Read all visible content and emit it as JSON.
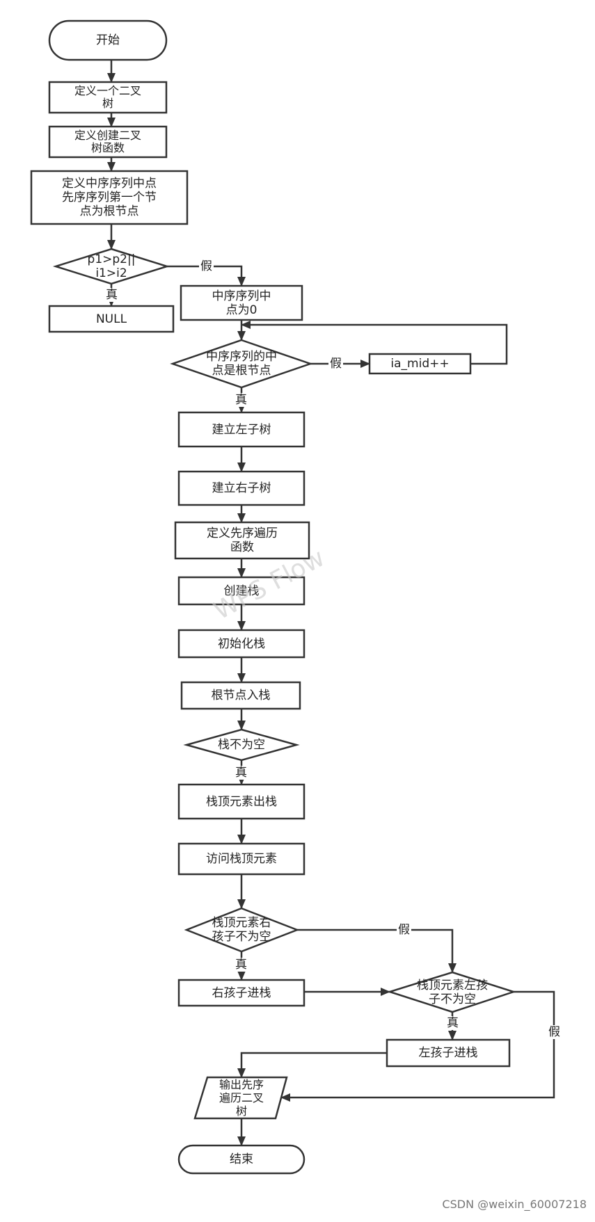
{
  "nodes": {
    "start": "开始",
    "define_tree": "定义一个二叉\n树",
    "define_create": "定义创建二叉\n树函数",
    "define_mid": "定义中序序列中点\n先序序列第一个节\n点为根节点",
    "cond_p": "p1>p2||\ni1>i2",
    "null": "NULL",
    "mid_zero": "中序序列中\n点为0",
    "cond_mid": "中序序列的中\n点是根节点",
    "ia_mid": "ia_mid++",
    "build_left": "建立左子树",
    "build_right": "建立右子树",
    "define_pre": "定义先序遍历\n函数",
    "create_stack": "创建栈",
    "init_stack": "初始化栈",
    "push_root": "根节点入栈",
    "cond_stack": "栈不为空",
    "pop_top": "栈顶元素出栈",
    "visit_top": "访问栈顶元素",
    "cond_right": "栈顶元素右\n孩子不为空",
    "push_right": "右孩子进栈",
    "cond_left": "栈顶元素左孩\n子不为空",
    "push_left": "左孩子进栈",
    "output": "输出先序\n遍历二叉\n树",
    "end": "结束"
  },
  "edge_labels": {
    "false_1": "假",
    "true_1": "真",
    "false_2": "假",
    "true_2": "真",
    "true_3": "真",
    "false_3": "假",
    "true_4": "真",
    "true_5": "真",
    "false_4": "假"
  },
  "watermark": "WPS Flow",
  "credit": "CSDN @weixin_60007218"
}
